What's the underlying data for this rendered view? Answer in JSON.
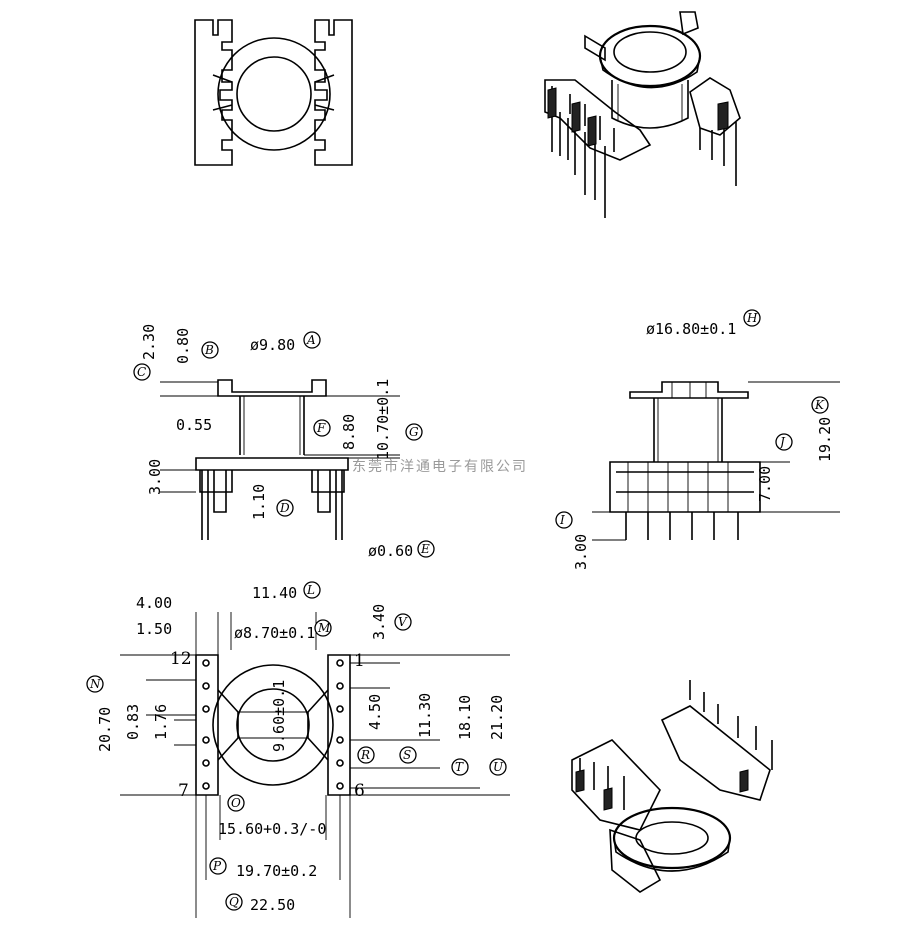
{
  "dimensions": {
    "A": "ø9.80",
    "B": "0.80",
    "C": "2.30",
    "D": "1.10",
    "E": "ø0.60",
    "F": "8.80",
    "G": "10.70±0.1",
    "H": "ø16.80±0.1",
    "I": "3.00",
    "J": "7.00",
    "K": "19.20",
    "L": "11.40",
    "M": "ø8.70±0.1",
    "N": "20.70",
    "O": "15.60+0.3/-0",
    "P": "19.70±0.2",
    "Q": "22.50",
    "R": "4.50",
    "S": "11.30",
    "T": "18.10",
    "U": "21.20",
    "V": "3.40"
  },
  "extra_dimensions": {
    "side_pin_height": "3.00",
    "slot_width": "0.55",
    "pitch_4": "4.00",
    "pitch_1": "1.50",
    "offset_083": "0.83",
    "offset_176": "1.76",
    "inner_bore": "9.60±0.1"
  },
  "callouts": [
    "A",
    "B",
    "C",
    "D",
    "E",
    "F",
    "G",
    "H",
    "I",
    "J",
    "K",
    "L",
    "M",
    "N",
    "O",
    "P",
    "Q",
    "R",
    "S",
    "T",
    "U",
    "V"
  ],
  "pin_numbers": {
    "p1": "1",
    "p6": "6",
    "p7": "7",
    "p12": "12"
  },
  "watermark": "东莞市洋通电子有限公司"
}
